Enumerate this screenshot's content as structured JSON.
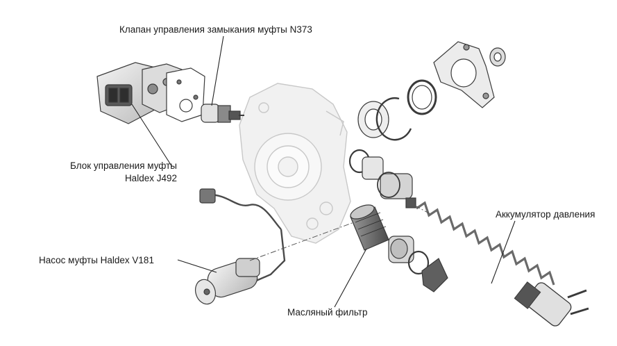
{
  "labels": {
    "valve": "Клапан управления замыкания муфты N373",
    "ecu_line1": "Блок управления муфты",
    "ecu_line2": "Haldex J492",
    "pump": "Насос муфты Haldex V181",
    "accumulator": "Аккумулятор давления",
    "filter": "Масляный фильтр"
  },
  "colors": {
    "text": "#1a1a1a",
    "outline": "#3a3a3a",
    "housing_fill": "#ececec",
    "dark_part": "#555555",
    "leader": "#222222"
  }
}
